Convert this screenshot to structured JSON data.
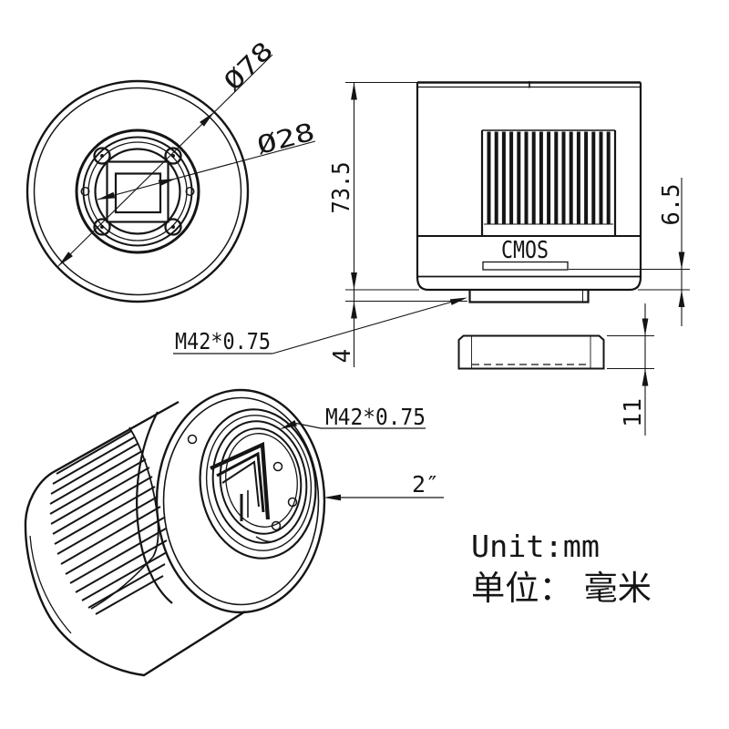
{
  "front_view": {
    "outer_dia": "Ø78",
    "inner_dia": "Ø28",
    "thread": "M42*0.75"
  },
  "side_view": {
    "body_height": "73.5",
    "sensor_depth": "6.5",
    "thread_protrusion": "4",
    "spacer_thickness": "11",
    "sensor_label": "CMOS"
  },
  "perspective_view": {
    "thread": "M42*0.75",
    "barrel": "2″"
  },
  "note": {
    "unit_en": "Unit:mm",
    "unit_zh": "单位： 毫米"
  },
  "colors": {
    "ink": "#151515",
    "background": "#ffffff"
  }
}
